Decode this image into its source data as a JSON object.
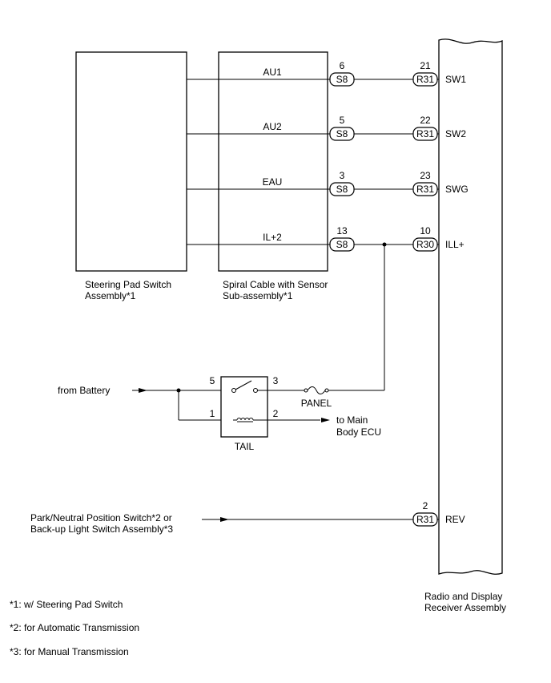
{
  "components": {
    "steering_pad": {
      "line1": "Steering Pad Switch",
      "line2": "Assembly*1"
    },
    "spiral_cable": {
      "line1": "Spiral Cable with Sensor",
      "line2": "Sub-assembly*1"
    },
    "radio": {
      "line1": "Radio and Display",
      "line2": "Receiver Assembly"
    },
    "relay": {
      "name": "TAIL",
      "pin5": "5",
      "pin3": "3",
      "pin1": "1",
      "pin2": "2"
    },
    "fuse": {
      "name": "PANEL"
    }
  },
  "signals": [
    {
      "wire": "AU1",
      "s_pin": "6",
      "s_conn": "S8",
      "r_pin": "21",
      "r_conn": "R31",
      "terminal": "SW1"
    },
    {
      "wire": "AU2",
      "s_pin": "5",
      "s_conn": "S8",
      "r_pin": "22",
      "r_conn": "R31",
      "terminal": "SW2"
    },
    {
      "wire": "EAU",
      "s_pin": "3",
      "s_conn": "S8",
      "r_pin": "23",
      "r_conn": "R31",
      "terminal": "SWG"
    },
    {
      "wire": "IL+2",
      "s_pin": "13",
      "s_conn": "S8",
      "r_pin": "10",
      "r_conn": "R30",
      "terminal": "ILL+"
    }
  ],
  "rev": {
    "pin": "2",
    "conn": "R31",
    "terminal": "REV"
  },
  "labels": {
    "from_battery": "from Battery",
    "to_main_line1": "to Main",
    "to_main_line2": "Body ECU",
    "pnp_line1": "Park/Neutral Position Switch*2 or",
    "pnp_line2": "Back-up Light Switch Assembly*3"
  },
  "notes": [
    "*1: w/ Steering Pad Switch",
    "*2: for Automatic Transmission",
    "*3: for Manual Transmission"
  ]
}
